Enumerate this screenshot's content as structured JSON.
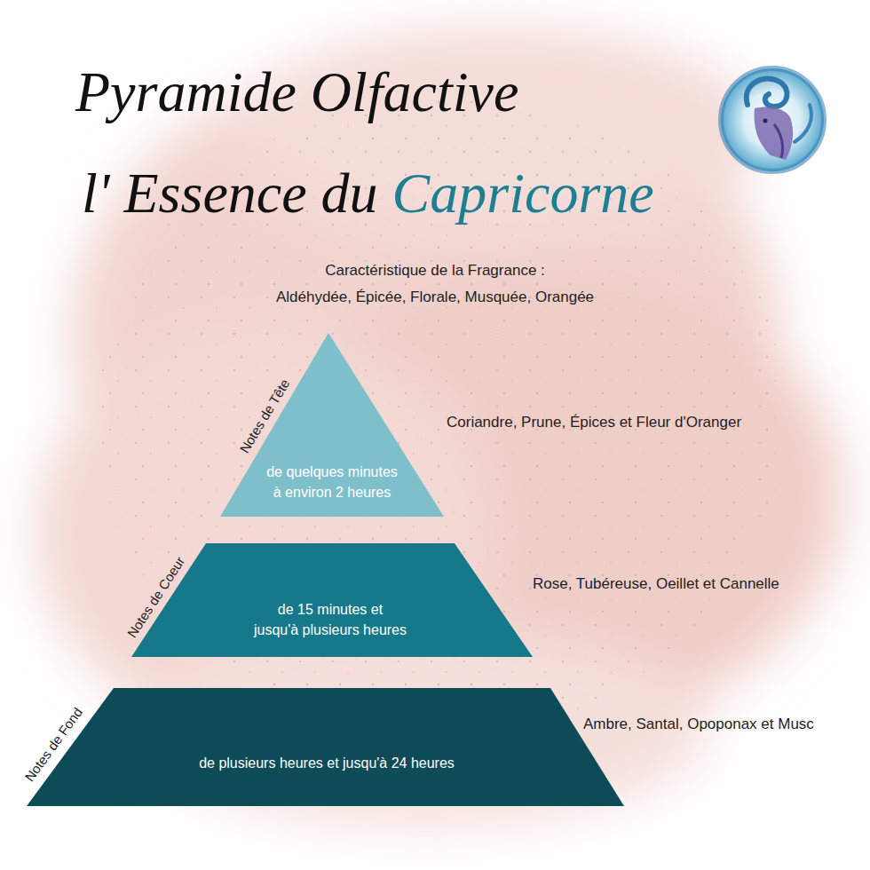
{
  "diagram": {
    "title": "Pyramide Olfactive",
    "nodes": [
      {
        "text": [
          "Notes de Tête",
          "de quelques minutes à environ 2 heures"
        ]
      },
      {
        "text": [
          "Notes de Coeur",
          "de 15 minutes et jusqu'à plusieurs heures"
        ]
      },
      {
        "text": [
          "Notes de Fond",
          "de plusieurs heures et jusqu'à 24 heures"
        ]
      }
    ],
    "labels": [
      "l' Essence du",
      "Capricorne",
      "Caractéristique de la Fragrance :",
      "Aldéhydée, Épicée, Florale, Musquée, Orangée",
      "Coriandre, Prune, Épices et Fleur d'Oranger",
      "Rose, Tubéreuse, Oeillet et Cannelle",
      "Ambre, Santal, Opoponax et Musc"
    ]
  }
}
